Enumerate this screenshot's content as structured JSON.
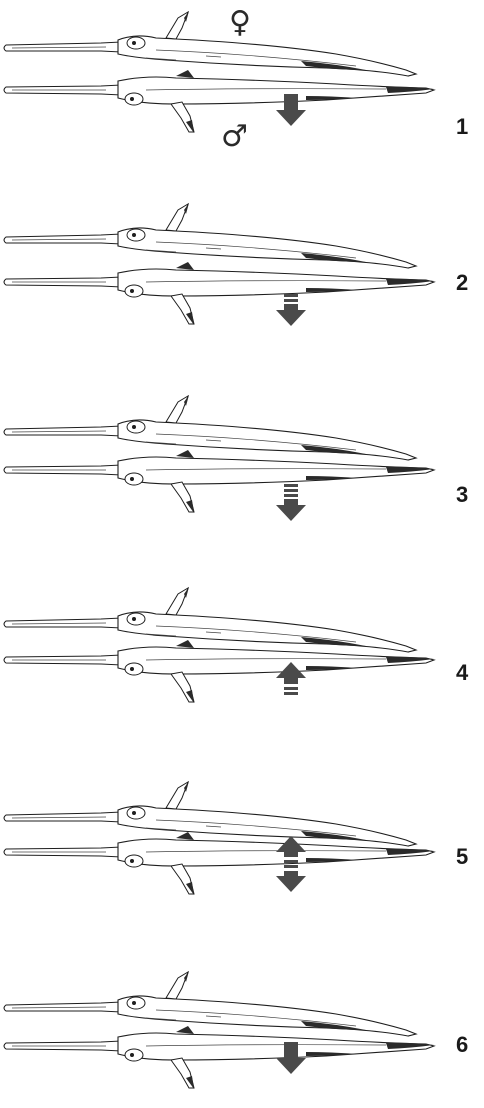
{
  "figure": {
    "female_symbol": "♀",
    "male_symbol": "♂",
    "colors": {
      "ink": "#1e1e1e",
      "arrow": "#4a4a4a",
      "fin_dark": "#2a2a2a",
      "background": "#ffffff"
    }
  },
  "steps": [
    {
      "number": "1",
      "arrow": "down",
      "bars": 0,
      "arrow_icon": "arrow-down-icon"
    },
    {
      "number": "2",
      "arrow": "down",
      "bars": 2,
      "arrow_icon": "arrow-down-icon"
    },
    {
      "number": "3",
      "arrow": "down",
      "bars": 3,
      "arrow_icon": "arrow-down-icon"
    },
    {
      "number": "4",
      "arrow": "up",
      "bars": 2,
      "arrow_icon": "arrow-up-icon"
    },
    {
      "number": "5",
      "arrow": "both",
      "bars": 2,
      "arrow_icon": "arrow-up-down-icon"
    },
    {
      "number": "6",
      "arrow": "down",
      "bars": 0,
      "arrow_icon": "arrow-down-icon"
    }
  ]
}
